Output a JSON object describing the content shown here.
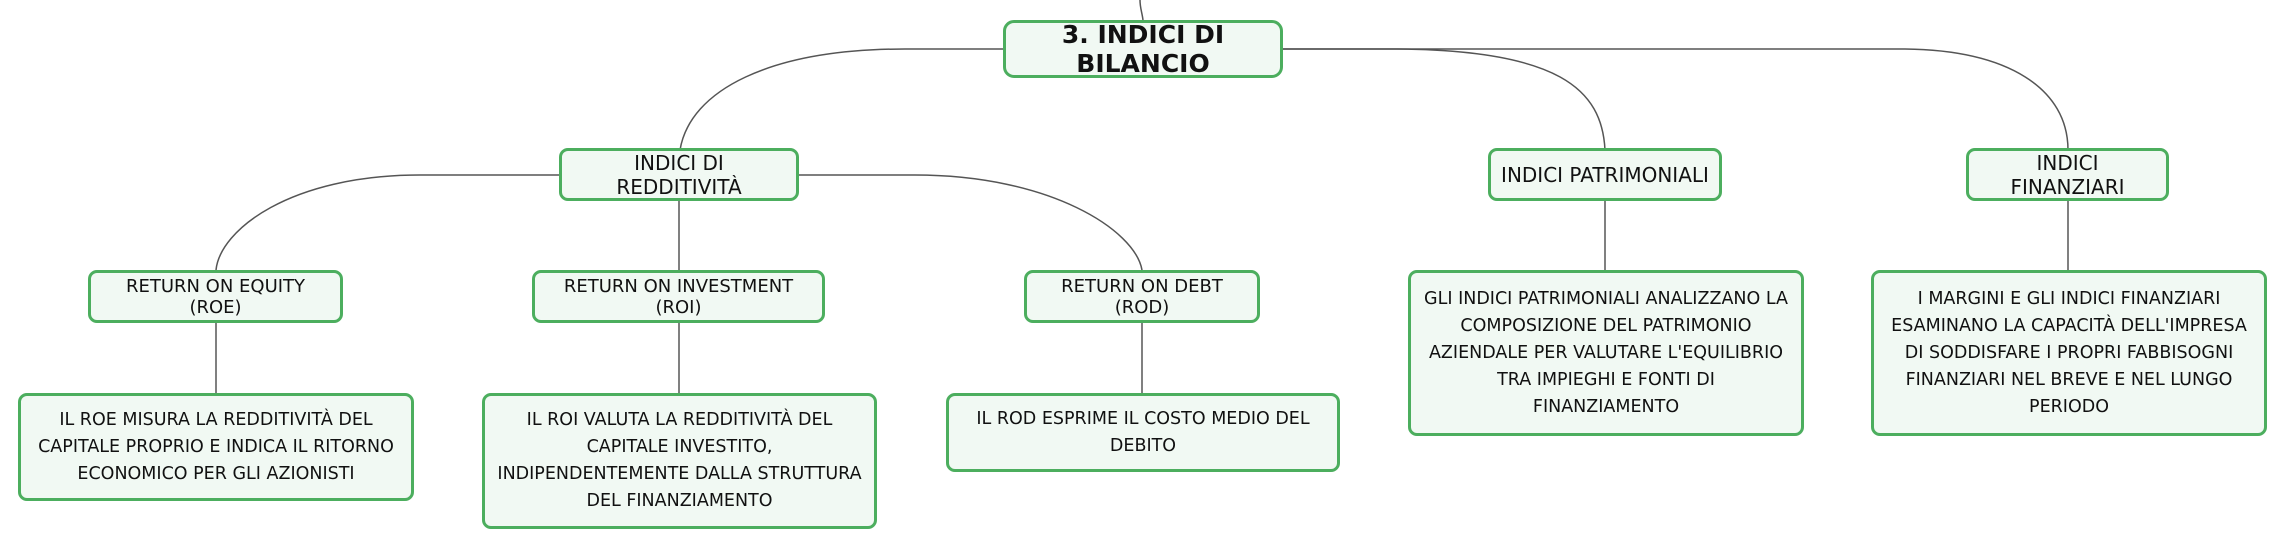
{
  "map": {
    "root": "3. INDICI DI BILANCIO",
    "redditivita": {
      "title": "INDICI DI REDDITIVITÀ",
      "roe": {
        "title": "RETURN ON EQUITY (ROE)",
        "description": "IL ROE MISURA LA REDDITIVITÀ DEL CAPITALE PROPRIO E INDICA IL RITORNO ECONOMICO PER GLI AZIONISTI"
      },
      "roi": {
        "title": "RETURN ON INVESTMENT (ROI)",
        "description": "IL ROI VALUTA LA REDDITIVITÀ DEL CAPITALE INVESTITO, INDIPENDENTEMENTE DALLA STRUTTURA DEL FINANZIAMENTO"
      },
      "rod": {
        "title": "RETURN ON DEBT (ROD)",
        "description": "IL ROD ESPRIME IL COSTO MEDIO DEL DEBITO"
      }
    },
    "patrimoniali": {
      "title": "INDICI PATRIMONIALI",
      "description": "GLI INDICI PATRIMONIALI ANALIZZANO LA COMPOSIZIONE DEL PATRIMONIO AZIENDALE PER VALUTARE L'EQUILIBRIO TRA IMPIEGHI E FONTI DI FINANZIAMENTO"
    },
    "finanziari": {
      "title": "INDICI FINANZIARI",
      "description": "I MARGINI E GLI INDICI FINANZIARI ESAMINANO LA CAPACITÀ DELL'IMPRESA DI SODDISFARE I PROPRI FABBISOGNI FINANZIARI NEL BREVE E NEL LUNGO PERIODO"
    }
  },
  "colors": {
    "node_border": "#4cae5e",
    "node_fill": "#f1f9f3",
    "connector": "#555555"
  }
}
